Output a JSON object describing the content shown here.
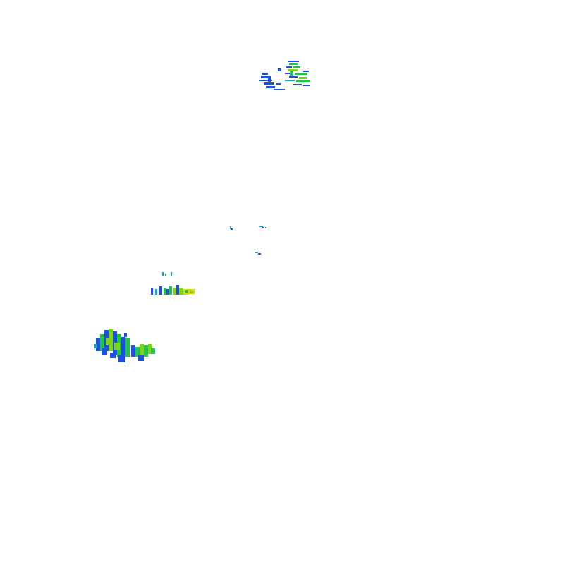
{
  "map": {
    "background_color": "#ffffff",
    "palette": {
      "low": "#1f4fe0",
      "mid_low": "#1aa3c8",
      "mid": "#22c34a",
      "high": "#7ed41c",
      "peak": "#d7dc10"
    },
    "echo_clusters": [
      {
        "cluster": "north",
        "intensity_levels": [
          "low",
          "mid",
          "high"
        ]
      },
      {
        "cluster": "central-specks",
        "intensity_levels": [
          "low",
          "mid_low"
        ]
      },
      {
        "cluster": "west-central",
        "intensity_levels": [
          "low",
          "mid",
          "high",
          "peak"
        ]
      },
      {
        "cluster": "southwest",
        "intensity_levels": [
          "low",
          "mid",
          "high"
        ]
      }
    ]
  }
}
